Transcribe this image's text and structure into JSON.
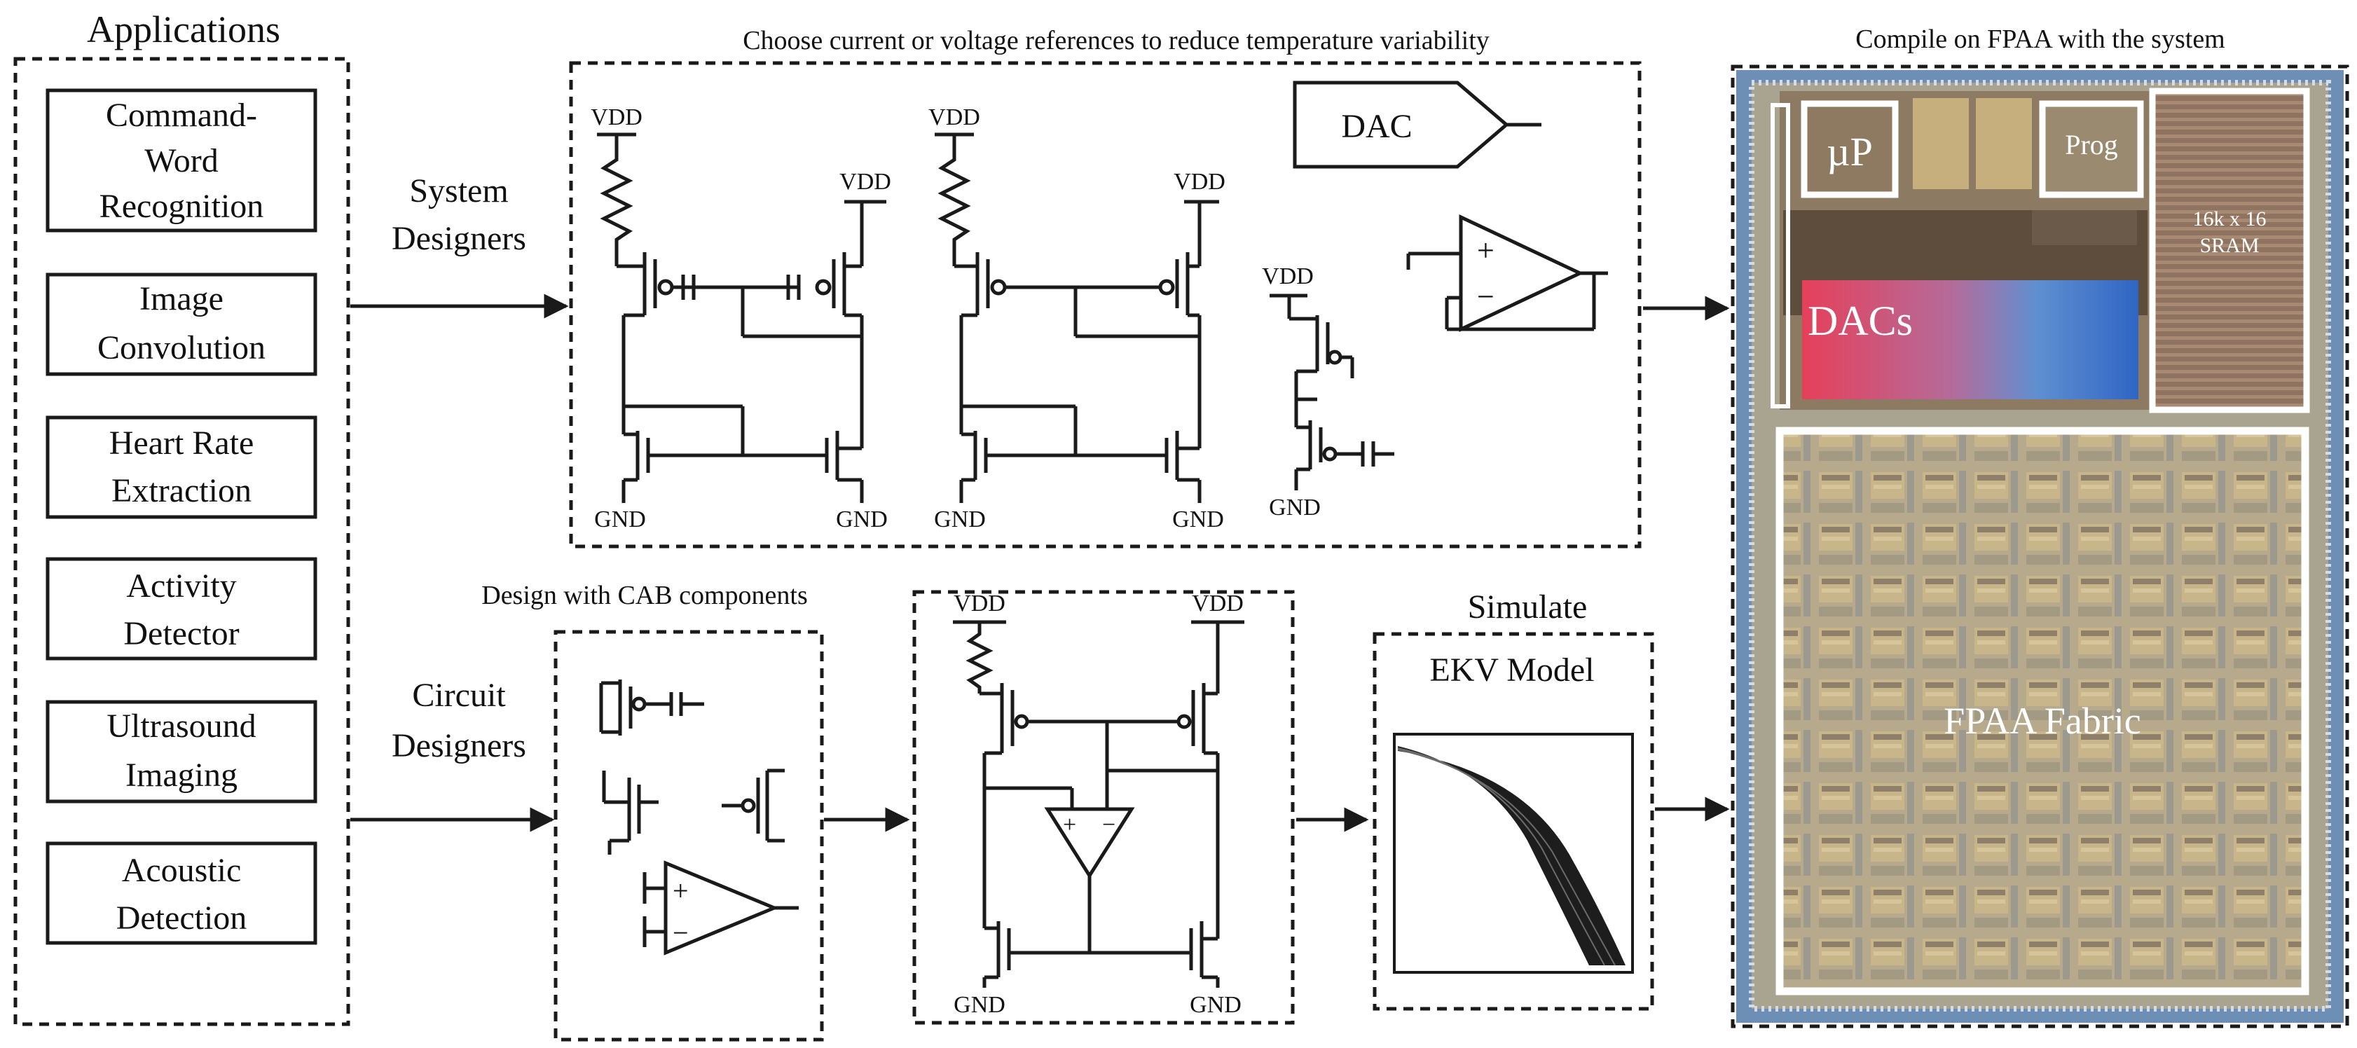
{
  "applications": {
    "heading": "Applications",
    "items": [
      {
        "line1": "Command-",
        "line2": "Word",
        "line3": "Recognition"
      },
      {
        "line1": "Image",
        "line2": "Convolution"
      },
      {
        "line1": "Heart Rate",
        "line2": "Extraction"
      },
      {
        "line1": "Activity",
        "line2": "Detector"
      },
      {
        "line1": "Ultrasound",
        "line2": "Imaging"
      },
      {
        "line1": "Acoustic",
        "line2": "Detection"
      }
    ]
  },
  "system_designers": {
    "line1": "System",
    "line2": "Designers"
  },
  "circuit_designers": {
    "line1": "Circuit",
    "line2": "Designers"
  },
  "references_panel": {
    "title": "Choose current or voltage references to reduce temperature variability",
    "dac_label": "DAC"
  },
  "cab_panel": {
    "title": "Design with CAB components"
  },
  "simulate": {
    "title": "Simulate",
    "model": "EKV Model"
  },
  "chip": {
    "title": "Compile on FPAA with the system",
    "up": "µP",
    "prog": "Prog",
    "sram_line1": "16k x 16",
    "sram_line2": "SRAM",
    "dacs": "DACs",
    "fabric": "FPAA Fabric"
  },
  "nodes": {
    "vdd": "VDD",
    "gnd": "GND"
  }
}
